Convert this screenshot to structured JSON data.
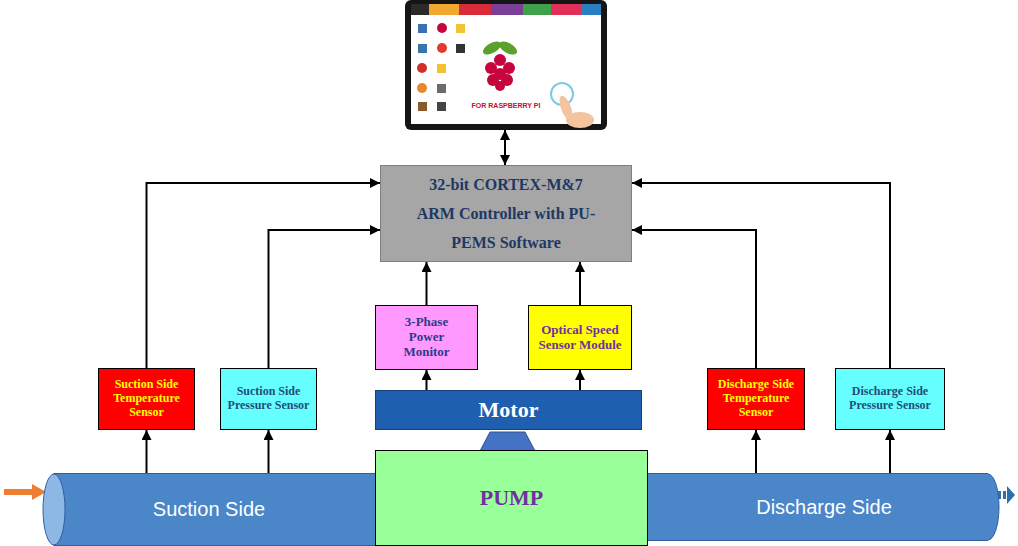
{
  "diagram": {
    "nodes": [
      {
        "text": [
          "FOR RASPBERRY PI"
        ]
      },
      {
        "text": [
          "32-bit CORTEX-M&7 ARM Controller with PU-PEMS Software"
        ]
      },
      {
        "text": [
          "3-Phase Power Monitor"
        ]
      },
      {
        "text": [
          "Optical Speed Sensor Module"
        ]
      },
      {
        "text": [
          "Suction Side Temperature Sensor"
        ]
      },
      {
        "text": [
          "Suction Side Pressure Sensor"
        ]
      },
      {
        "text": [
          "Motor"
        ]
      },
      {
        "text": [
          "Discharge Side Temperature Sensor"
        ]
      },
      {
        "text": [
          "Discharge Side Pressure Sensor"
        ]
      },
      {
        "text": [
          "Suction Side"
        ]
      },
      {
        "text": [
          "PUMP"
        ]
      },
      {
        "text": [
          "Discharge Side"
        ]
      }
    ],
    "edges": [
      {
        "from": 0,
        "to": 1,
        "arrow": "both"
      },
      {
        "from": 4,
        "to": 1,
        "arrow": "to"
      },
      {
        "from": 5,
        "to": 1,
        "arrow": "to"
      },
      {
        "from": 2,
        "to": 1,
        "arrow": "to"
      },
      {
        "from": 3,
        "to": 1,
        "arrow": "to"
      },
      {
        "from": 7,
        "to": 1,
        "arrow": "to"
      },
      {
        "from": 8,
        "to": 1,
        "arrow": "to"
      },
      {
        "from": 6,
        "to": 2,
        "arrow": "to"
      },
      {
        "from": 6,
        "to": 3,
        "arrow": "to"
      },
      {
        "from": 9,
        "to": 4,
        "arrow": "to"
      },
      {
        "from": 9,
        "to": 5,
        "arrow": "to"
      },
      {
        "from": 11,
        "to": 7,
        "arrow": "to"
      },
      {
        "from": 11,
        "to": 8,
        "arrow": "to"
      }
    ]
  }
}
